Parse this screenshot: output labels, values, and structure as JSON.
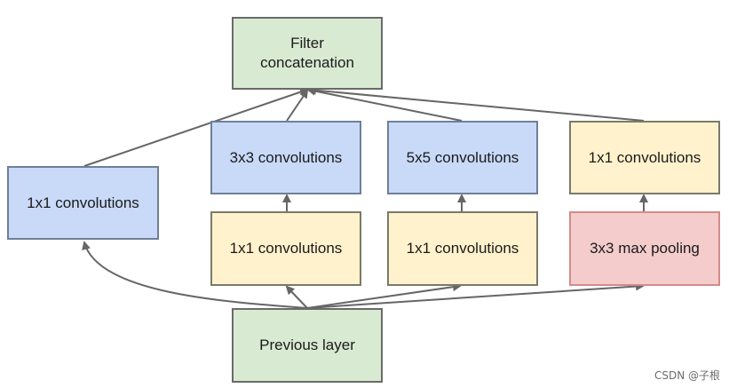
{
  "nodes": {
    "filter_concat": {
      "line1": "Filter",
      "line2": "concatenation"
    },
    "conv1x1_left": {
      "label": "1x1 convolutions"
    },
    "conv3x3": {
      "label": "3x3 convolutions"
    },
    "conv5x5": {
      "label": "5x5 convolutions"
    },
    "conv1x1_right_top": {
      "label": "1x1 convolutions"
    },
    "conv1x1_reduce_a": {
      "label": "1x1 convolutions"
    },
    "conv1x1_reduce_b": {
      "label": "1x1 convolutions"
    },
    "maxpool": {
      "label": "3x3 max pooling"
    },
    "previous_layer": {
      "label": "Previous layer"
    }
  },
  "watermark": "CSDN @子根",
  "colors": {
    "green": "#d9ead3",
    "blue": "#c9daf8",
    "yellow": "#fff2cc",
    "red": "#f4cccc",
    "edge": "#666666"
  }
}
